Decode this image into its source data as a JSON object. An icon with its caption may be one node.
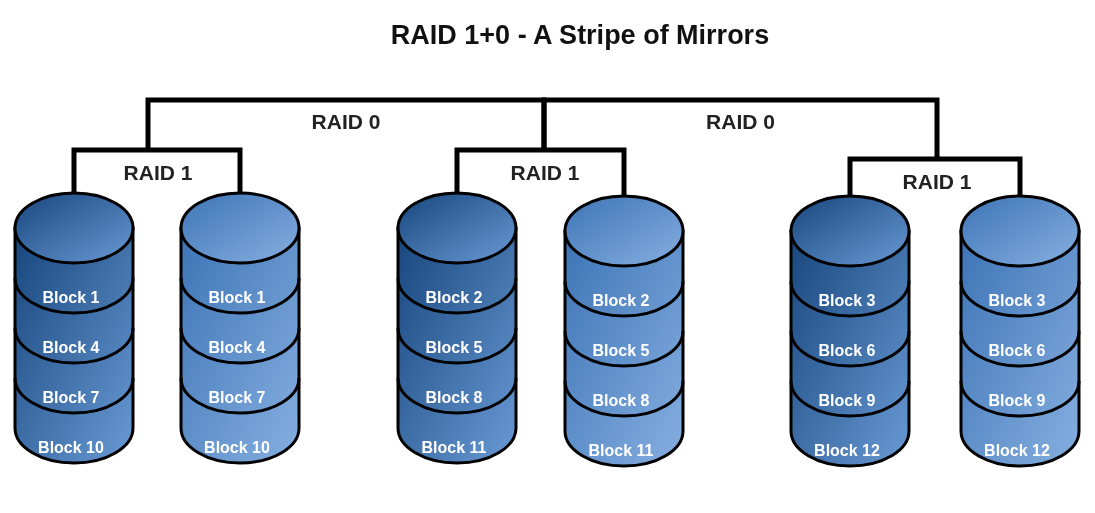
{
  "diagram": {
    "title": "RAID 1+0 - A Stripe of Mirrors",
    "nodes": [
      {
        "text": [
          "RAID 1"
        ]
      },
      {
        "text": [],
        "shape": "cylinder"
      },
      {
        "text": [
          "Block 1"
        ],
        "in": 1
      },
      {
        "text": [
          "Block 4"
        ],
        "in": 1
      },
      {
        "text": [
          "Block 7"
        ],
        "in": 1
      },
      {
        "text": [
          "Block 10"
        ],
        "in": 1
      },
      {
        "text": [],
        "shape": "cylinder"
      },
      {
        "text": [
          "Block 1"
        ],
        "in": 6
      },
      {
        "text": [
          "Block 4"
        ],
        "in": 6
      },
      {
        "text": [
          "Block 7"
        ],
        "in": 6
      },
      {
        "text": [
          "Block 10"
        ],
        "in": 6
      },
      {
        "text": [
          "RAID 1"
        ]
      },
      {
        "text": [],
        "shape": "cylinder"
      },
      {
        "text": [
          "Block 2"
        ],
        "in": 12
      },
      {
        "text": [
          "Block 5"
        ],
        "in": 12
      },
      {
        "text": [
          "Block 8"
        ],
        "in": 12
      },
      {
        "text": [
          "Block 11"
        ],
        "in": 12
      },
      {
        "text": [],
        "shape": "cylinder"
      },
      {
        "text": [
          "Block 2"
        ],
        "in": 17
      },
      {
        "text": [
          "Block 5"
        ],
        "in": 17
      },
      {
        "text": [
          "Block 8"
        ],
        "in": 17
      },
      {
        "text": [
          "Block 11"
        ],
        "in": 17
      },
      {
        "text": [
          "RAID 1"
        ]
      },
      {
        "text": [],
        "shape": "cylinder"
      },
      {
        "text": [
          "Block 3"
        ],
        "in": 23
      },
      {
        "text": [
          "Block 6"
        ],
        "in": 23
      },
      {
        "text": [
          "Block 9"
        ],
        "in": 23
      },
      {
        "text": [
          "Block 12"
        ],
        "in": 23
      },
      {
        "text": [],
        "shape": "cylinder"
      },
      {
        "text": [
          "Block 3"
        ],
        "in": 28
      },
      {
        "text": [
          "Block 6"
        ],
        "in": 28
      },
      {
        "text": [
          "Block 9"
        ],
        "in": 28
      },
      {
        "text": [
          "Block 12"
        ],
        "in": 28
      }
    ],
    "edges": [
      {
        "from": 0,
        "to": 1,
        "arrow": "none"
      },
      {
        "from": 0,
        "to": 6,
        "arrow": "none"
      },
      {
        "from": 11,
        "to": 12,
        "arrow": "none"
      },
      {
        "from": 11,
        "to": 17,
        "arrow": "none"
      },
      {
        "from": 22,
        "to": 23,
        "arrow": "none"
      },
      {
        "from": 22,
        "to": 28,
        "arrow": "none"
      },
      {
        "from": 0,
        "to": 11,
        "arrow": "none",
        "label": "RAID 0"
      },
      {
        "from": 11,
        "to": 22,
        "arrow": "none",
        "label": "RAID 0"
      }
    ]
  }
}
